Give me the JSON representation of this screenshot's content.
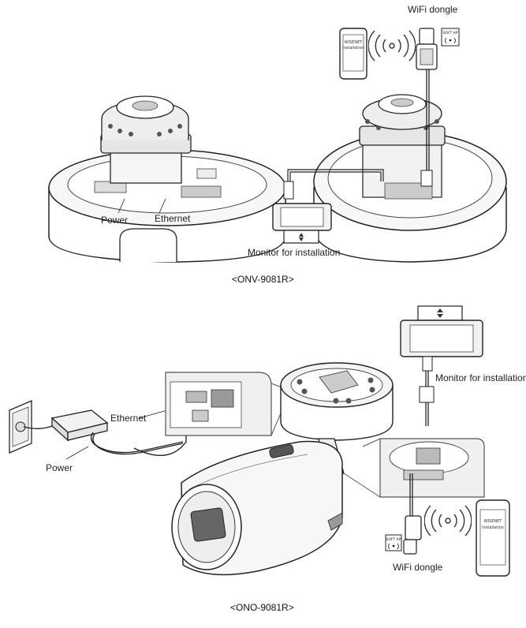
{
  "figure_top": {
    "caption": "<ONV-9081R>",
    "labels": {
      "power": "Power",
      "ethernet": "Ethernet",
      "wifi_dongle": "WiFi dongle",
      "monitor": "Monitor for installation"
    },
    "phone_brand": "WISENET",
    "phone_app": "Installation",
    "softap_badge": "SOFT AP"
  },
  "figure_bottom": {
    "caption": "<ONO-9081R>",
    "labels": {
      "power": "Power",
      "ethernet": "Ethernet",
      "wifi_dongle": "WiFi dongle",
      "monitor": "Monitor for installation"
    },
    "phone_brand": "WISENET",
    "phone_app": "Installation",
    "softap_badge": "SOFT AP"
  },
  "colors": {
    "line": "#222222",
    "fill_light": "#f2f2f2",
    "fill_mid": "#d9d9d9",
    "fill_dark": "#555555"
  }
}
